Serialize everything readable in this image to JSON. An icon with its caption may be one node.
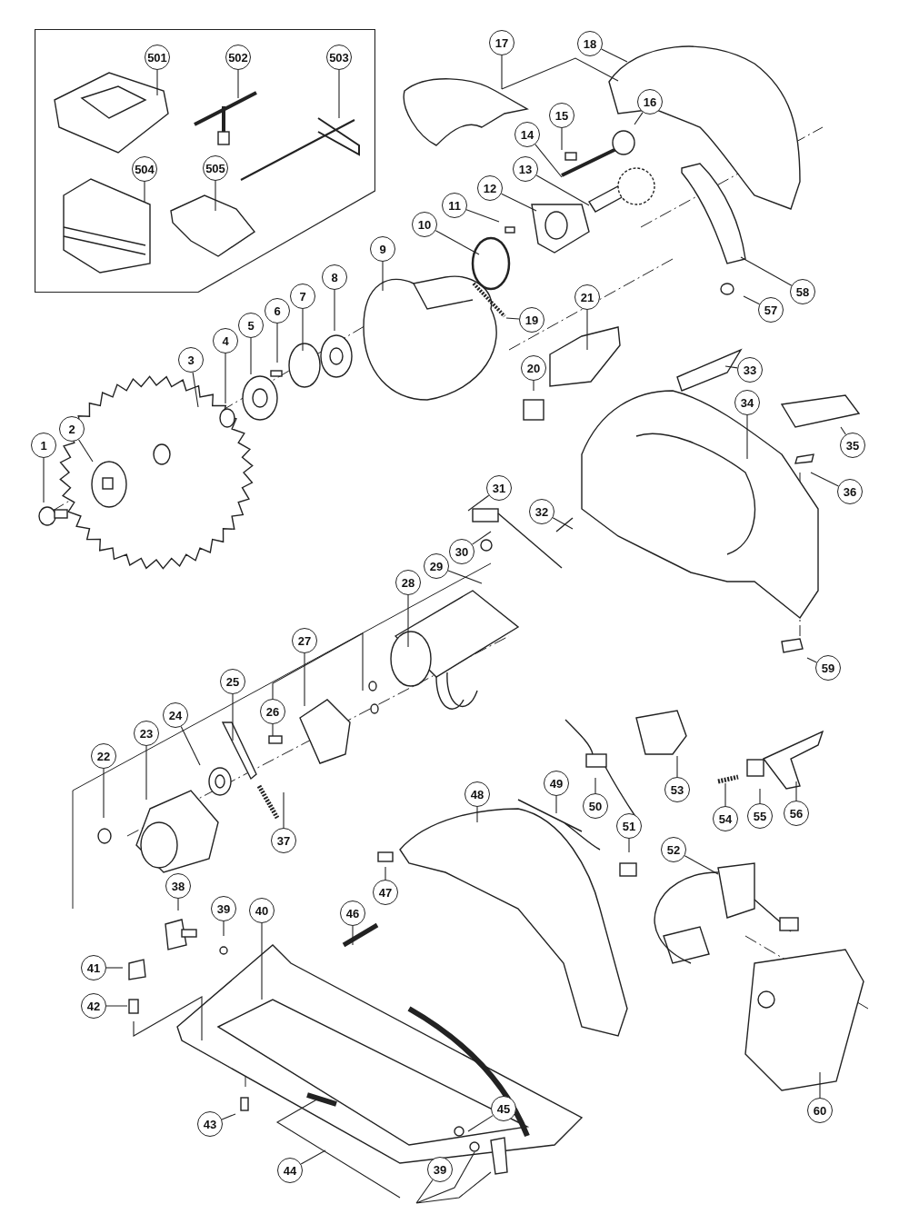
{
  "diagram": {
    "nodes": [
      {
        "text": [],
        "shape": "box"
      },
      {
        "text": [
          "501"
        ],
        "in": 0
      },
      {
        "text": [
          "502"
        ],
        "in": 0
      },
      {
        "text": [
          "503"
        ],
        "in": 0
      },
      {
        "text": [
          "504"
        ],
        "in": 0
      },
      {
        "text": [
          "505"
        ],
        "in": 0
      },
      {
        "text": [
          "1"
        ]
      },
      {
        "text": [
          "2"
        ]
      },
      {
        "text": [
          "3"
        ]
      },
      {
        "text": [
          "4"
        ]
      },
      {
        "text": [
          "5"
        ]
      },
      {
        "text": [
          "6"
        ]
      },
      {
        "text": [
          "7"
        ]
      },
      {
        "text": [
          "8"
        ]
      },
      {
        "text": [
          "9"
        ]
      },
      {
        "text": [
          "10"
        ]
      },
      {
        "text": [
          "11"
        ]
      },
      {
        "text": [
          "12"
        ]
      },
      {
        "text": [
          "13"
        ]
      },
      {
        "text": [
          "14"
        ]
      },
      {
        "text": [
          "15"
        ]
      },
      {
        "text": [
          "16"
        ]
      },
      {
        "text": [
          "17"
        ]
      },
      {
        "text": [
          "18"
        ]
      },
      {
        "text": [
          "19"
        ]
      },
      {
        "text": [
          "20"
        ]
      },
      {
        "text": [
          "21"
        ]
      },
      {
        "text": [
          "22"
        ]
      },
      {
        "text": [
          "23"
        ]
      },
      {
        "text": [
          "24"
        ]
      },
      {
        "text": [
          "25"
        ]
      },
      {
        "text": [
          "26"
        ]
      },
      {
        "text": [
          "27"
        ]
      },
      {
        "text": [
          "28"
        ]
      },
      {
        "text": [
          "29"
        ]
      },
      {
        "text": [
          "30"
        ]
      },
      {
        "text": [
          "31"
        ]
      },
      {
        "text": [
          "32"
        ]
      },
      {
        "text": [
          "33"
        ]
      },
      {
        "text": [
          "34"
        ]
      },
      {
        "text": [
          "35"
        ]
      },
      {
        "text": [
          "36"
        ]
      },
      {
        "text": [
          "37"
        ]
      },
      {
        "text": [
          "38"
        ]
      },
      {
        "text": [
          "39"
        ]
      },
      {
        "text": [
          "39"
        ]
      },
      {
        "text": [
          "40"
        ]
      },
      {
        "text": [
          "41"
        ]
      },
      {
        "text": [
          "42"
        ]
      },
      {
        "text": [
          "43"
        ]
      },
      {
        "text": [
          "44"
        ]
      },
      {
        "text": [
          "45"
        ]
      },
      {
        "text": [
          "46"
        ]
      },
      {
        "text": [
          "47"
        ]
      },
      {
        "text": [
          "48"
        ]
      },
      {
        "text": [
          "49"
        ]
      },
      {
        "text": [
          "50"
        ]
      },
      {
        "text": [
          "51"
        ]
      },
      {
        "text": [
          "52"
        ]
      },
      {
        "text": [
          "53"
        ]
      },
      {
        "text": [
          "54"
        ]
      },
      {
        "text": [
          "55"
        ]
      },
      {
        "text": [
          "56"
        ]
      },
      {
        "text": [
          "57"
        ]
      },
      {
        "text": [
          "58"
        ]
      },
      {
        "text": [
          "59"
        ]
      },
      {
        "text": [
          "60"
        ]
      }
    ],
    "edges": [
      {
        "from": 1,
        "to": null,
        "arrow": "none"
      },
      {
        "from": 2,
        "to": null,
        "arrow": "none"
      },
      {
        "from": 3,
        "to": null,
        "arrow": "none"
      },
      {
        "from": 4,
        "to": null,
        "arrow": "none"
      },
      {
        "from": 5,
        "to": null,
        "arrow": "none"
      },
      {
        "from": 6,
        "to": null,
        "arrow": "none"
      },
      {
        "from": 7,
        "to": null,
        "arrow": "none"
      },
      {
        "from": 8,
        "to": null,
        "arrow": "none"
      },
      {
        "from": 9,
        "to": null,
        "arrow": "none"
      },
      {
        "from": 10,
        "to": null,
        "arrow": "none"
      },
      {
        "from": 11,
        "to": null,
        "arrow": "none"
      },
      {
        "from": 12,
        "to": null,
        "arrow": "none"
      },
      {
        "from": 13,
        "to": null,
        "arrow": "none"
      },
      {
        "from": 14,
        "to": null,
        "arrow": "none"
      },
      {
        "from": 15,
        "to": null,
        "arrow": "none"
      },
      {
        "from": 16,
        "to": null,
        "arrow": "none"
      },
      {
        "from": 17,
        "to": null,
        "arrow": "none"
      },
      {
        "from": 18,
        "to": null,
        "arrow": "none"
      },
      {
        "from": 19,
        "to": null,
        "arrow": "none"
      },
      {
        "from": 20,
        "to": null,
        "arrow": "none"
      },
      {
        "from": 21,
        "to": null,
        "arrow": "none"
      },
      {
        "from": 22,
        "to": null,
        "arrow": "none"
      },
      {
        "from": 23,
        "to": null,
        "arrow": "none"
      },
      {
        "from": 24,
        "to": null,
        "arrow": "none"
      },
      {
        "from": 25,
        "to": null,
        "arrow": "none"
      },
      {
        "from": 26,
        "to": null,
        "arrow": "none"
      },
      {
        "from": 27,
        "to": null,
        "arrow": "none"
      },
      {
        "from": 28,
        "to": null,
        "arrow": "none"
      },
      {
        "from": 29,
        "to": null,
        "arrow": "none"
      },
      {
        "from": 30,
        "to": null,
        "arrow": "none"
      },
      {
        "from": 31,
        "to": null,
        "arrow": "none"
      },
      {
        "from": 32,
        "to": null,
        "arrow": "none"
      },
      {
        "from": 33,
        "to": null,
        "arrow": "none"
      },
      {
        "from": 34,
        "to": null,
        "arrow": "none"
      },
      {
        "from": 35,
        "to": null,
        "arrow": "none"
      },
      {
        "from": 36,
        "to": null,
        "arrow": "none"
      },
      {
        "from": 37,
        "to": null,
        "arrow": "none"
      },
      {
        "from": 38,
        "to": null,
        "arrow": "none"
      },
      {
        "from": 39,
        "to": null,
        "arrow": "none"
      },
      {
        "from": 40,
        "to": null,
        "arrow": "none"
      },
      {
        "from": 41,
        "to": null,
        "arrow": "none"
      },
      {
        "from": 42,
        "to": null,
        "arrow": "none"
      },
      {
        "from": 43,
        "to": null,
        "arrow": "none"
      },
      {
        "from": 44,
        "to": null,
        "arrow": "none"
      },
      {
        "from": 45,
        "to": null,
        "arrow": "none"
      },
      {
        "from": 46,
        "to": null,
        "arrow": "none"
      },
      {
        "from": 47,
        "to": null,
        "arrow": "none"
      },
      {
        "from": 48,
        "to": null,
        "arrow": "none"
      },
      {
        "from": 49,
        "to": null,
        "arrow": "none"
      },
      {
        "from": 50,
        "to": null,
        "arrow": "none"
      },
      {
        "from": 51,
        "to": null,
        "arrow": "none"
      },
      {
        "from": 52,
        "to": null,
        "arrow": "none"
      },
      {
        "from": 53,
        "to": null,
        "arrow": "none"
      },
      {
        "from": 54,
        "to": null,
        "arrow": "none"
      },
      {
        "from": 55,
        "to": null,
        "arrow": "none"
      },
      {
        "from": 56,
        "to": null,
        "arrow": "none"
      },
      {
        "from": 57,
        "to": null,
        "arrow": "none"
      },
      {
        "from": 58,
        "to": null,
        "arrow": "none"
      },
      {
        "from": 59,
        "to": null,
        "arrow": "none"
      },
      {
        "from": 60,
        "to": null,
        "arrow": "none"
      },
      {
        "from": 61,
        "to": null,
        "arrow": "none"
      },
      {
        "from": 62,
        "to": null,
        "arrow": "none"
      },
      {
        "from": 63,
        "to": null,
        "arrow": "none"
      },
      {
        "from": 64,
        "to": null,
        "arrow": "none"
      },
      {
        "from": 65,
        "to": null,
        "arrow": "none"
      },
      {
        "from": 66,
        "to": null,
        "arrow": "none"
      }
    ]
  }
}
